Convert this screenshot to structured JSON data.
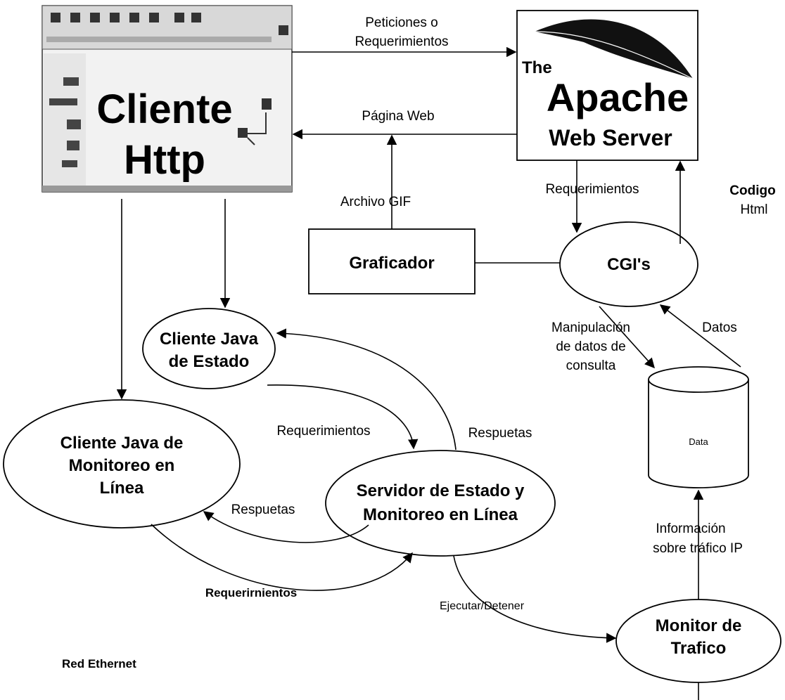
{
  "client_http": {
    "line1": "Cliente",
    "line2": "Http"
  },
  "apache": {
    "the": "The",
    "name": "Apache",
    "sub": "Web Server"
  },
  "graficador": "Graficador",
  "cgis": "CGI's",
  "database": "Data",
  "cliente_java_estado": {
    "line1": "Cliente Java",
    "line2": "de Estado"
  },
  "cliente_java_monitoreo": {
    "line1": "Cliente Java de",
    "line2": "Monitoreo en",
    "line3": "Línea"
  },
  "servidor": {
    "line1": "Servidor de Estado y",
    "line2": "Monitoreo en Línea"
  },
  "monitor_trafico": {
    "line1": "Monitor de",
    "line2": "Trafico"
  },
  "red_ethernet": "Red Ethernet",
  "edges": {
    "peticiones_1": "Peticiones o",
    "peticiones_2": "Requerimientos",
    "pagina_web": "Página Web",
    "archivo_gif": "Archivo GIF",
    "requerimientos_cgi": "Requerimientos",
    "codigo": "Codigo",
    "html": "Html",
    "manipulacion_1": "Manipulación",
    "manipulacion_2": "de datos de",
    "manipulacion_3": "consulta",
    "datos": "Datos",
    "requerimientos_estado": "Requerimientos",
    "respuetas_estado": "Respuetas",
    "respuetas_monitoreo": "Respuetas",
    "requerimientos_monitoreo": "Requerirnientos",
    "ejecutar": "Ejecutar/Detener",
    "info_1": "Información",
    "info_2": "sobre tráfico IP"
  }
}
